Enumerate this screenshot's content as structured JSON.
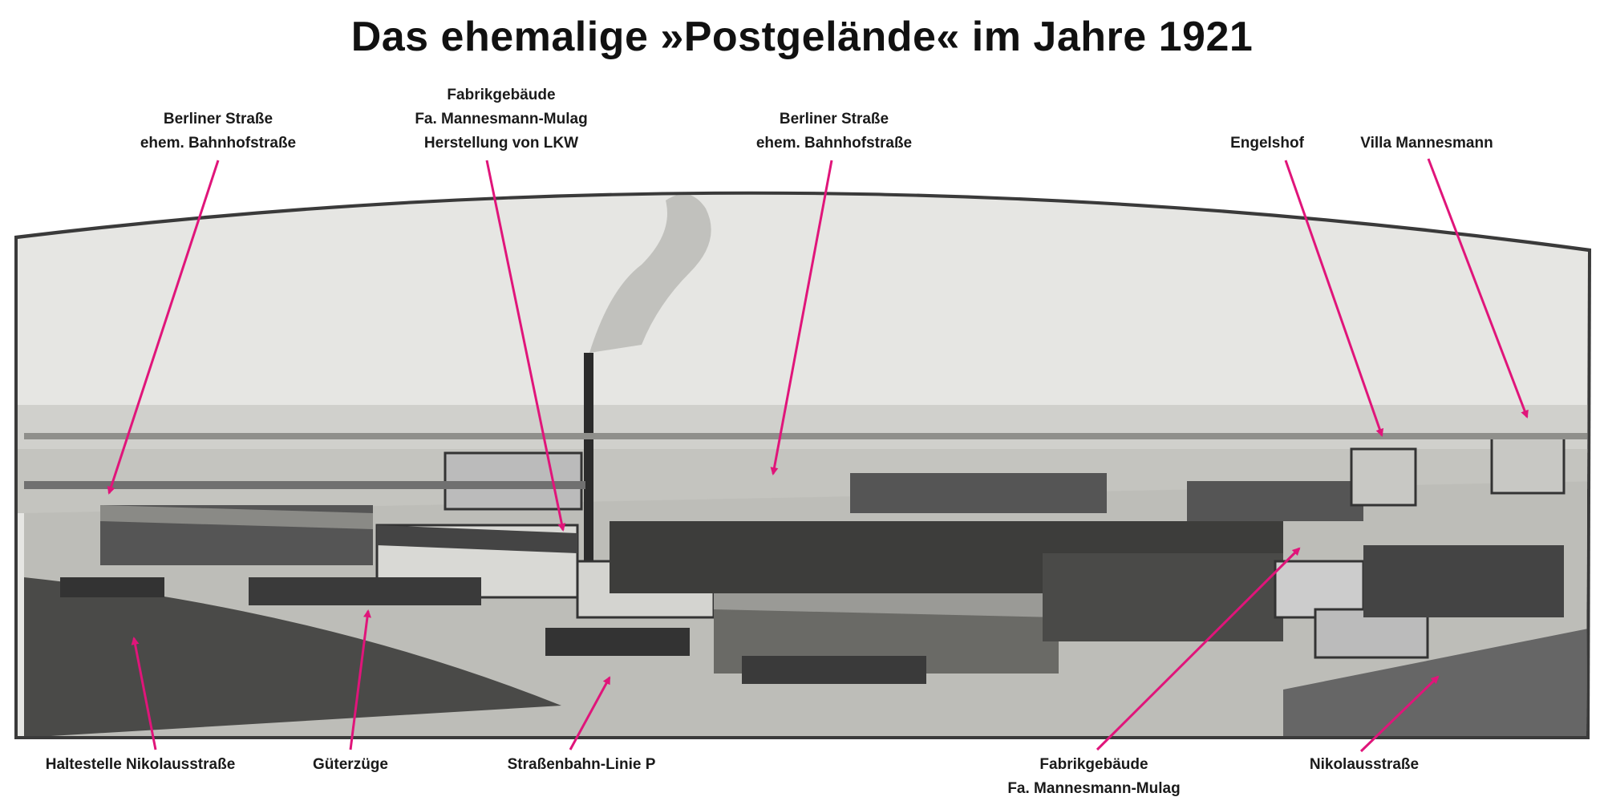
{
  "title": "Das ehemalige »Postgelände« im Jahre 1921",
  "colors": {
    "arrow": "#e0157a",
    "ink": "#1a1a1a"
  },
  "labels_top": [
    {
      "lines": [
        "Berliner Straße",
        "ehem. Bahnhofstraße"
      ]
    },
    {
      "lines": [
        "Fabrikgebäude",
        "Fa. Mannesmann-Mulag",
        "Herstellung von LKW"
      ]
    },
    {
      "lines": [
        "Berliner Straße",
        "ehem. Bahnhofstraße"
      ]
    },
    {
      "lines": [
        "Engelshof"
      ]
    },
    {
      "lines": [
        "Villa Mannesmann"
      ]
    }
  ],
  "labels_bottom": [
    {
      "lines": [
        "Haltestelle Nikolausstraße"
      ]
    },
    {
      "lines": [
        "Güterzüge"
      ]
    },
    {
      "lines": [
        "Straßenbahn-Linie P"
      ]
    },
    {
      "lines": [
        "Fabrikgebäude",
        "Fa. Mannesmann-Mulag"
      ]
    },
    {
      "lines": [
        "Nikolausstraße"
      ]
    }
  ]
}
